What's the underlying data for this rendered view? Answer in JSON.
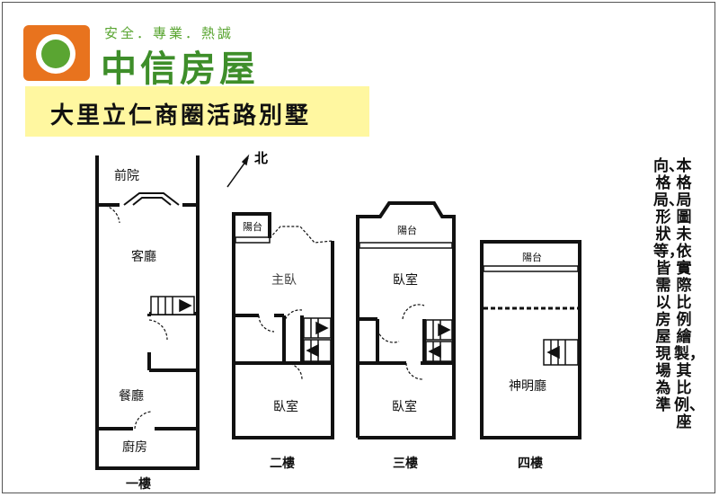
{
  "logo": {
    "slogan": "安全．專業．熱誠",
    "brand": "中信房屋",
    "icon": "orange-green-house-logo-icon"
  },
  "title": "大里立仁商圈活路別墅",
  "compass_label": "北",
  "rooms": {
    "f1_front_yard": "前院",
    "f1_living": "客廳",
    "f1_dining": "餐廳",
    "f1_kitchen": "廚房",
    "f2_balcony": "陽台",
    "f2_master": "主臥",
    "f2_bedroom": "臥室",
    "f3_balcony": "陽台",
    "f3_bedroom_top": "臥室",
    "f3_bedroom_bottom": "臥室",
    "f4_balcony": "陽台",
    "f4_shrine": "神明廳"
  },
  "floors": {
    "f1": "一樓",
    "f2": "二樓",
    "f3": "三樓",
    "f4": "四樓"
  },
  "note": {
    "col1": "本格局圖未依實際比例繪製，其比例、座",
    "col2": "向、格局、形狀等，皆需以房屋現場為準"
  }
}
